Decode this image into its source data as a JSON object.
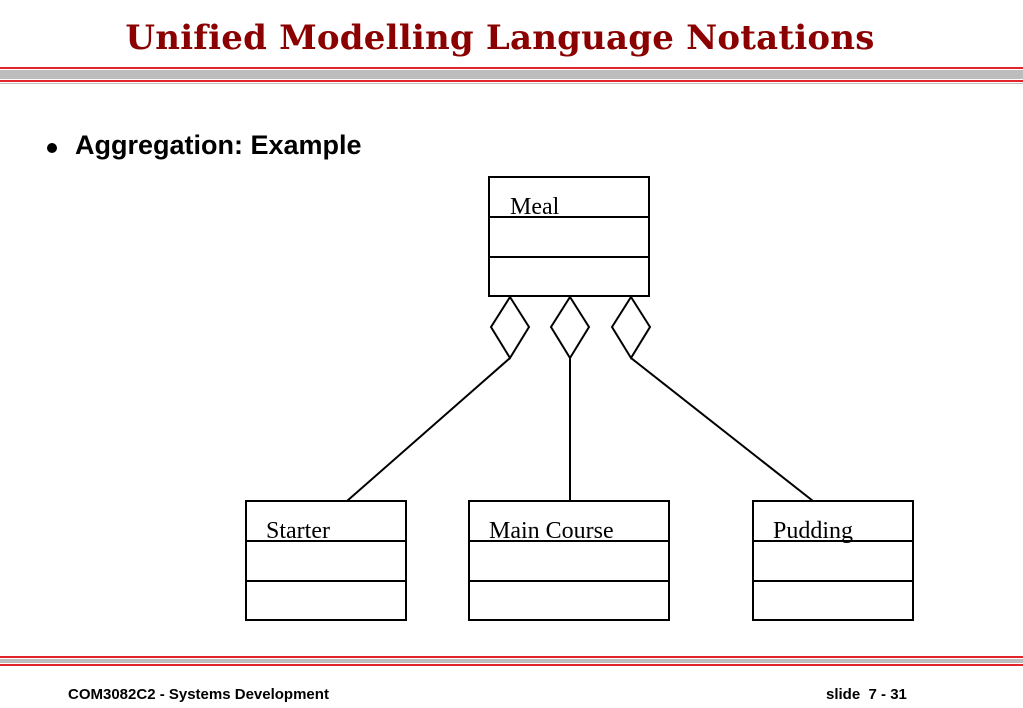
{
  "slide": {
    "title": "Unified Modelling Language Notations",
    "bullet": "Aggregation: Example"
  },
  "diagram": {
    "type": "uml-class-aggregation",
    "whole": {
      "name": "Meal"
    },
    "parts": [
      {
        "name": "Starter"
      },
      {
        "name": "Main Course"
      },
      {
        "name": "Pudding"
      }
    ]
  },
  "footer": {
    "course": "COM3082C2 - Systems Development",
    "slide_number": "slide  7 - 31"
  },
  "colors": {
    "title": "#8b0000",
    "rule_red": "#e0262b",
    "rule_gray": "#bdbdbd"
  }
}
